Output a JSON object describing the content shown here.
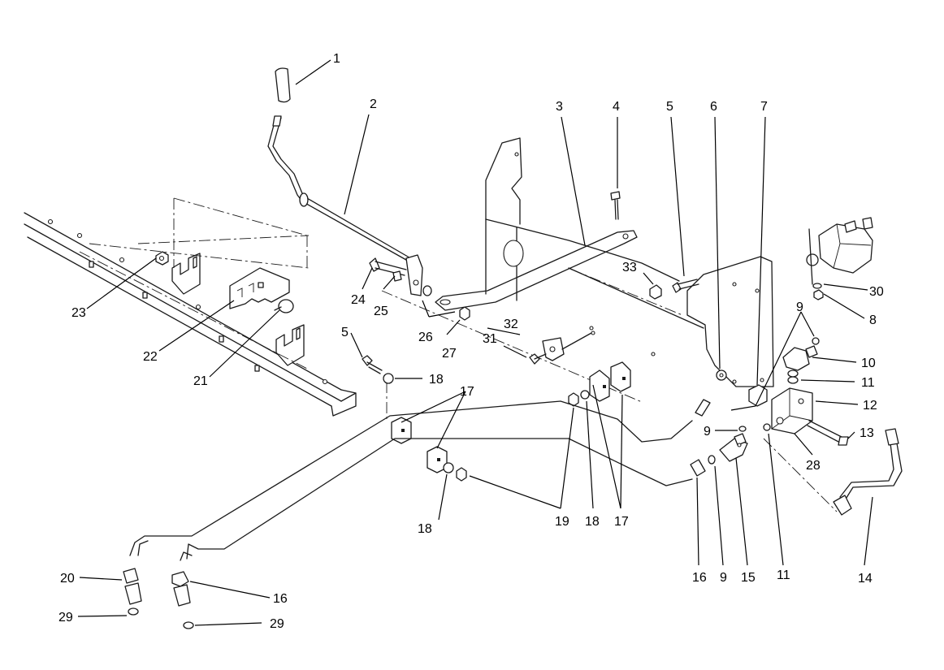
{
  "callouts": {
    "c1": "1",
    "c2": "2",
    "c3": "3",
    "c4": "4",
    "c5a": "5",
    "c5b": "5",
    "c6": "6",
    "c7": "7",
    "c8": "8",
    "c9a": "9",
    "c9b": "9",
    "c9c": "9",
    "c10": "10",
    "c11a": "11",
    "c11b": "11",
    "c12": "12",
    "c13": "13",
    "c14": "14",
    "c15": "15",
    "c16a": "16",
    "c16b": "16",
    "c17a": "17",
    "c17b": "17",
    "c18a": "18",
    "c18b": "18",
    "c18c": "18",
    "c19": "19",
    "c20": "20",
    "c21": "21",
    "c22": "22",
    "c23": "23",
    "c24": "24",
    "c25": "25",
    "c26": "26",
    "c27": "27",
    "c28": "28",
    "c29a": "29",
    "c29b": "29",
    "c30": "30",
    "c31": "31",
    "c32": "32",
    "c33": "33"
  }
}
